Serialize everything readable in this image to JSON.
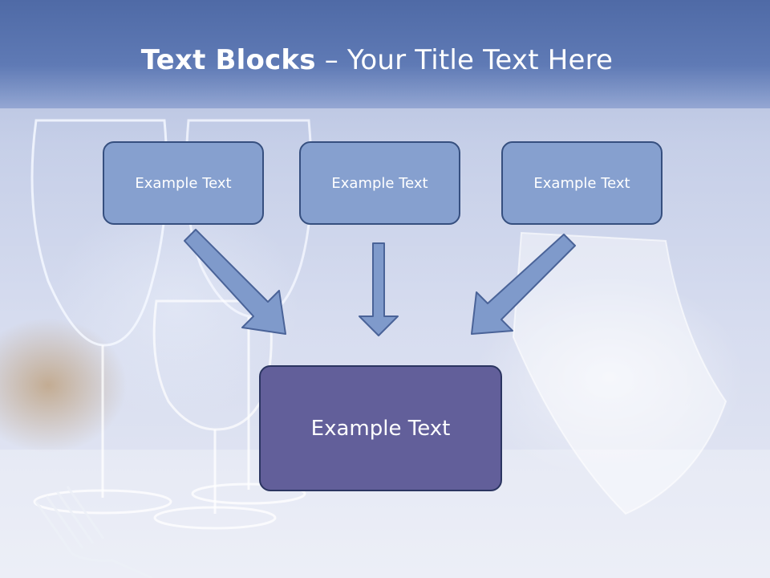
{
  "slide": {
    "title_bold": "Text Blocks",
    "title_separator": " – ",
    "title_rest": "Your Title Text Here"
  },
  "blocks": [
    {
      "label": "Example Text"
    },
    {
      "label": "Example Text"
    },
    {
      "label": "Example Text"
    }
  ],
  "target_block": {
    "label": "Example Text"
  },
  "colors": {
    "title_band": "#5570ac",
    "small_block_fill": "#86a0cf",
    "main_block_fill": "#625f9a",
    "arrow_fill": "#7f9acb",
    "border": "#364f7f"
  }
}
